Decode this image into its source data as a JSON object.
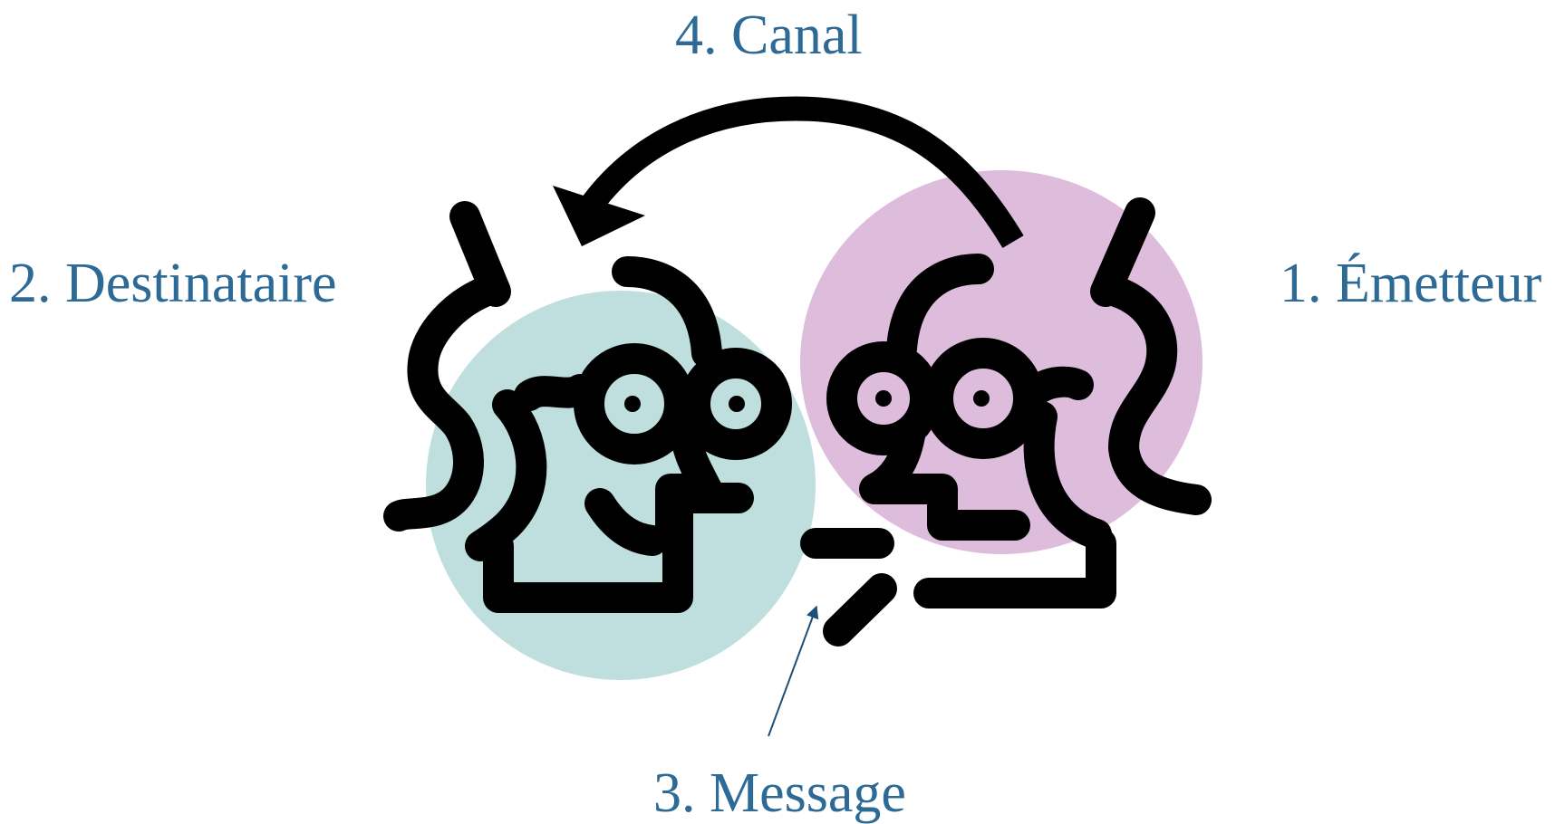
{
  "labels": {
    "emitter": "1. Émetteur",
    "receiver": "2. Destinataire",
    "message": "3. Message",
    "channel": "4. Canal"
  },
  "colors": {
    "label_text": "#2E6A96",
    "line": "#000000",
    "receiver_circle": "#BFDEDE",
    "emitter_circle": "#DDBCDC",
    "pointer_arrow": "#1F4E79"
  },
  "icons": {
    "receiver": "receiver-face-icon",
    "emitter": "emitter-face-icon",
    "channel": "curved-arrow-icon",
    "message": "speech-dashes-icon"
  }
}
